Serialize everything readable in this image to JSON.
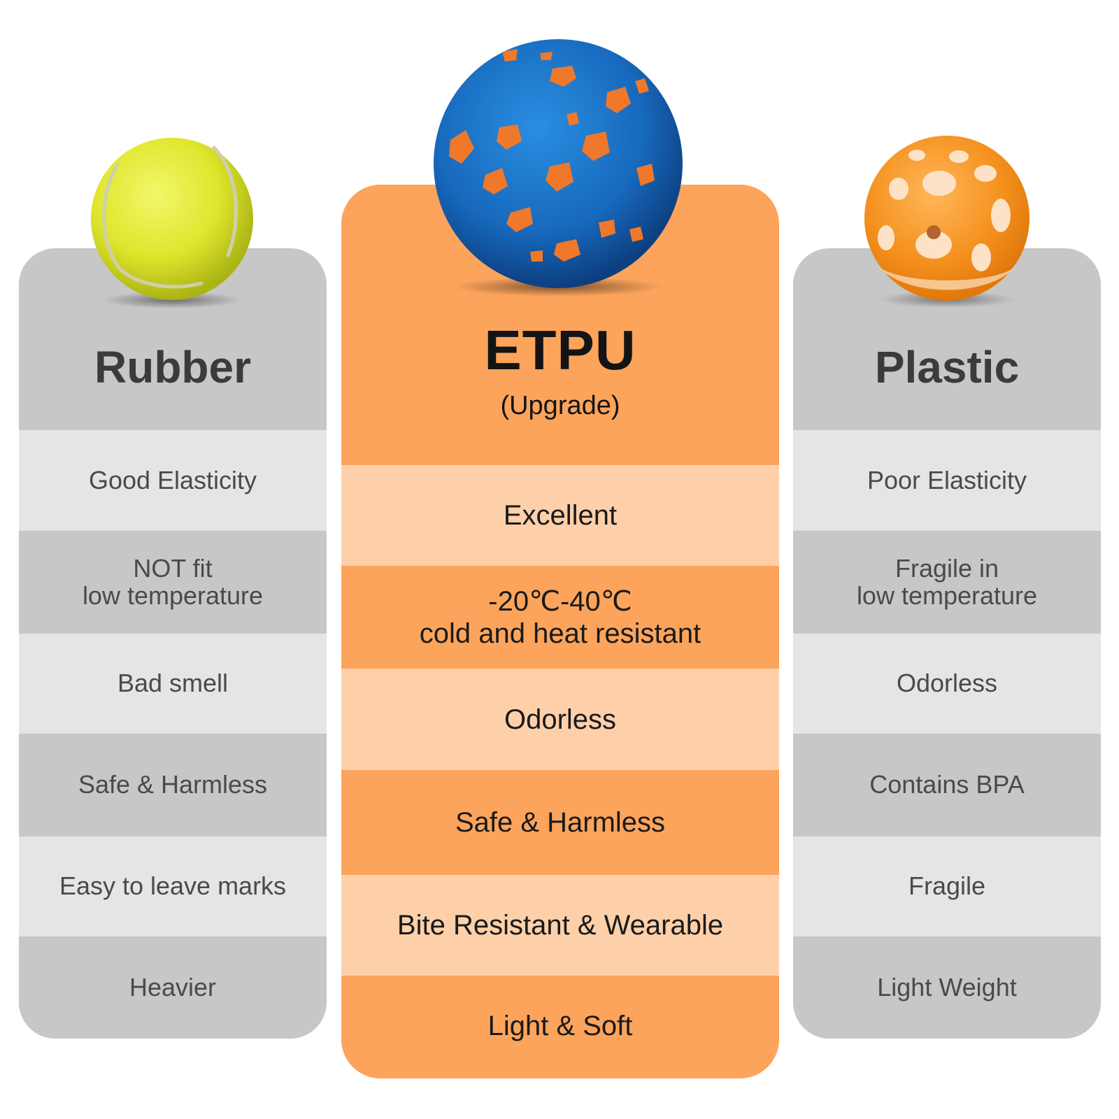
{
  "columns": {
    "left": {
      "title": "Rubber",
      "rows": [
        "Good Elasticity",
        "NOT fit\nlow temperature",
        "Bad smell",
        "Safe & Harmless",
        "Easy to leave marks",
        "Heavier"
      ]
    },
    "middle": {
      "title": "ETPU",
      "subtitle": "(Upgrade)",
      "rows": [
        "Excellent",
        "-20℃-40℃\ncold and heat resistant",
        "Odorless",
        "Safe & Harmless",
        "Bite Resistant & Wearable",
        "Light & Soft"
      ]
    },
    "right": {
      "title": "Plastic",
      "rows": [
        "Poor Elasticity",
        "Fragile in\nlow temperature",
        "Odorless",
        "Contains BPA",
        "Fragile",
        "Light Weight"
      ]
    }
  },
  "images": {
    "left": "tennis-ball-icon",
    "middle": "etpu-ball-icon",
    "right": "plastic-ball-icon"
  },
  "colors": {
    "side_dark": "#c7c7c7",
    "side_light": "#e6e5e6",
    "middle_dark": "#fca45c",
    "middle_light": "#fdd0aa"
  }
}
